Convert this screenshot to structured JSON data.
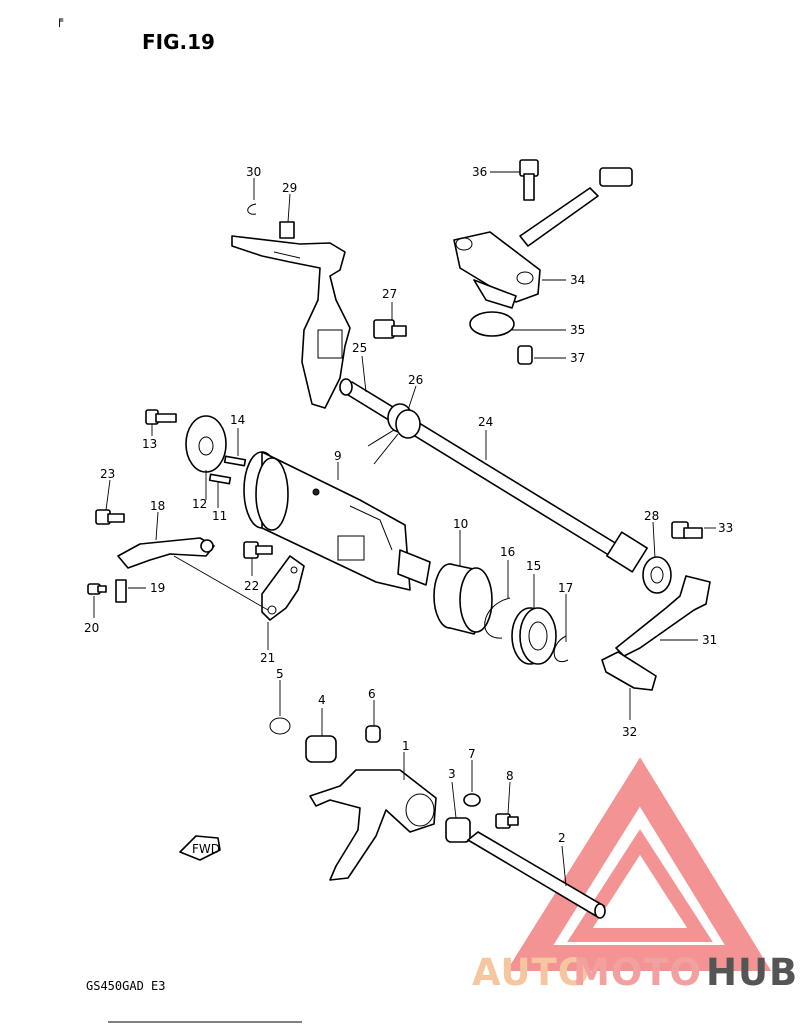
{
  "figure": {
    "title": "FIG.19",
    "model_code": "GS450GAD  E3",
    "fwd_label": "FWD"
  },
  "callouts": [
    "1",
    "2",
    "3",
    "4",
    "5",
    "6",
    "7",
    "8",
    "9",
    "10",
    "11",
    "12",
    "13",
    "14",
    "15",
    "16",
    "17",
    "18",
    "19",
    "20",
    "21",
    "22",
    "23",
    "24",
    "25",
    "26",
    "27",
    "28",
    "29",
    "30",
    "31",
    "32",
    "33",
    "34",
    "35",
    "36",
    "37"
  ],
  "watermark": {
    "text_auto": "AUTO",
    "text_moto": "MOTO",
    "text_hub": "HUB",
    "color_auto": "#f5c6a0",
    "color_moto": "#f3a0a0",
    "color_hub": "#555555",
    "triangle_color": "#f07070"
  }
}
